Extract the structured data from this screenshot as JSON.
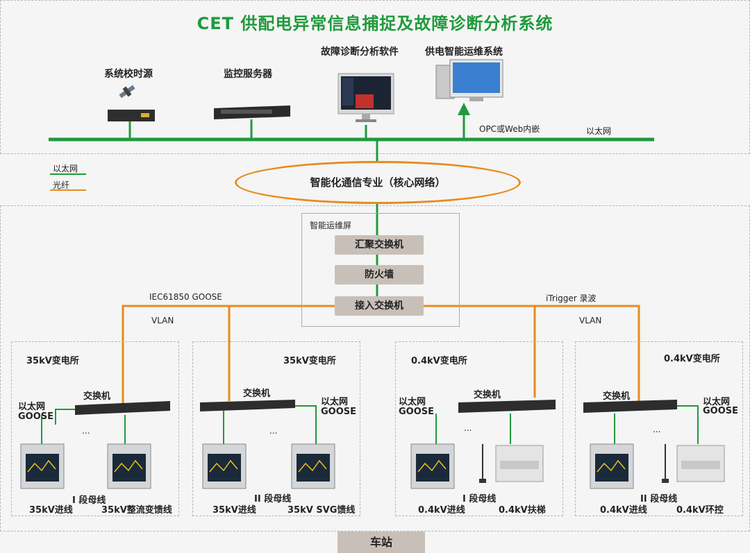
{
  "title": "CET 供配电异常信息捕捉及故障诊断分析系统",
  "top": {
    "time_source": "系统校时源",
    "monitor_server": "监控服务器",
    "analysis_software": "故障诊断分析软件",
    "ops_system": "供电智能运维系统",
    "opc_label": "OPC或Web内嵌",
    "ethernet_label": "以太网"
  },
  "legend": {
    "ethernet": "以太网",
    "fiber": "光纤"
  },
  "core_network": "智能化通信专业（核心网络）",
  "smart_screen": {
    "title": "智能运维屏",
    "aggregation_switch": "汇聚交换机",
    "firewall": "防火墙",
    "access_switch": "接入交换机"
  },
  "links": {
    "goose": "IEC61850 GOOSE",
    "vlan": "VLAN",
    "itrigger": "iTrigger 录波",
    "dots": "..."
  },
  "substations": [
    {
      "title": "35kV变电所",
      "switch": "交换机",
      "eth": "以太网",
      "goose": "GOOSE",
      "bus": "I 段母线",
      "left": "35kV进线",
      "right": "35kV整流变馈线"
    },
    {
      "title": "35kV变电所",
      "switch": "交换机",
      "eth": "以太网",
      "goose": "GOOSE",
      "bus": "II 段母线",
      "left": "35kV进线",
      "right": "35kV SVG馈线"
    },
    {
      "title": "0.4kV变电所",
      "switch": "交换机",
      "eth": "以太网",
      "goose": "GOOSE",
      "bus": "I 段母线",
      "left": "0.4kV进线",
      "right": "0.4kV扶梯"
    },
    {
      "title": "0.4kV变电所",
      "switch": "交换机",
      "eth": "以太网",
      "goose": "GOOSE",
      "bus": "II 段母线",
      "left": "0.4kV进线",
      "right": "0.4kV环控"
    }
  ],
  "footer": "车站",
  "colors": {
    "ethernet": "#1f9a3c",
    "fiber": "#e88a1f",
    "title": "#1f9a3c"
  }
}
